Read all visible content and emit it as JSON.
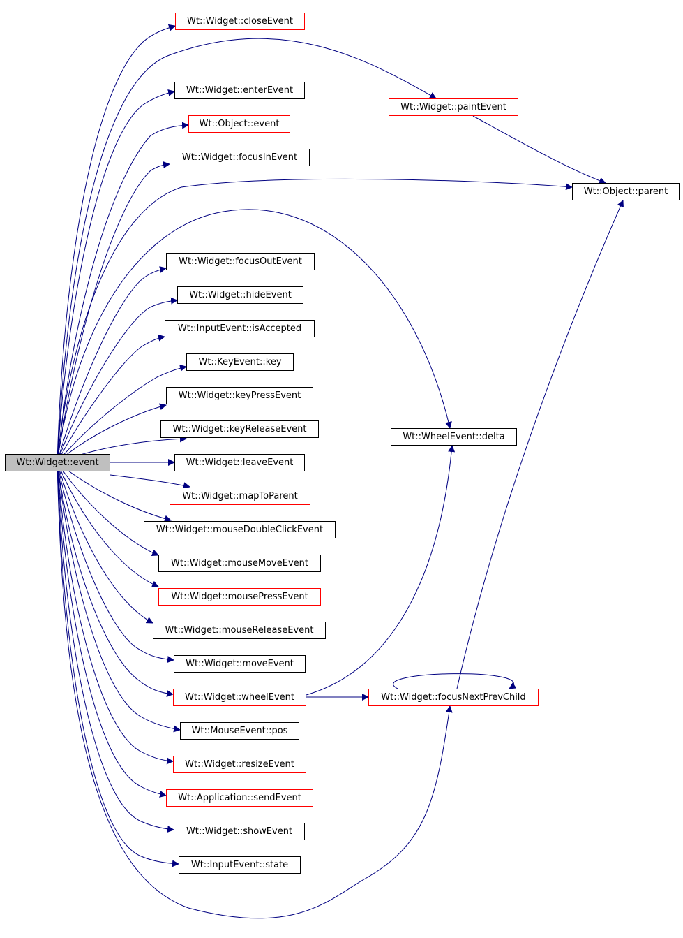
{
  "colors": {
    "edge": "#000080",
    "box_border": "#000000",
    "link_border": "#ff0000",
    "root_fill": "#bfbfbf"
  },
  "root": {
    "label": "Wt::Widget::event"
  },
  "nodes": [
    {
      "id": "closeEvent",
      "label": "Wt::Widget::closeEvent",
      "linked": true
    },
    {
      "id": "enterEvent",
      "label": "Wt::Widget::enterEvent",
      "linked": false
    },
    {
      "id": "objectEvent",
      "label": "Wt::Object::event",
      "linked": true
    },
    {
      "id": "focusInEvent",
      "label": "Wt::Widget::focusInEvent",
      "linked": false
    },
    {
      "id": "focusOutEvent",
      "label": "Wt::Widget::focusOutEvent",
      "linked": false
    },
    {
      "id": "hideEvent",
      "label": "Wt::Widget::hideEvent",
      "linked": false
    },
    {
      "id": "isAccepted",
      "label": "Wt::InputEvent::isAccepted",
      "linked": false
    },
    {
      "id": "key",
      "label": "Wt::KeyEvent::key",
      "linked": false
    },
    {
      "id": "keyPressEvent",
      "label": "Wt::Widget::keyPressEvent",
      "linked": false
    },
    {
      "id": "keyReleaseEvent",
      "label": "Wt::Widget::keyReleaseEvent",
      "linked": false
    },
    {
      "id": "leaveEvent",
      "label": "Wt::Widget::leaveEvent",
      "linked": false
    },
    {
      "id": "mapToParent",
      "label": "Wt::Widget::mapToParent",
      "linked": true
    },
    {
      "id": "mouseDoubleClickEvent",
      "label": "Wt::Widget::mouseDoubleClickEvent",
      "linked": false
    },
    {
      "id": "mouseMoveEvent",
      "label": "Wt::Widget::mouseMoveEvent",
      "linked": false
    },
    {
      "id": "mousePressEvent",
      "label": "Wt::Widget::mousePressEvent",
      "linked": true
    },
    {
      "id": "mouseReleaseEvent",
      "label": "Wt::Widget::mouseReleaseEvent",
      "linked": false
    },
    {
      "id": "moveEvent",
      "label": "Wt::Widget::moveEvent",
      "linked": false
    },
    {
      "id": "wheelEvent",
      "label": "Wt::Widget::wheelEvent",
      "linked": true
    },
    {
      "id": "pos",
      "label": "Wt::MouseEvent::pos",
      "linked": false
    },
    {
      "id": "resizeEvent",
      "label": "Wt::Widget::resizeEvent",
      "linked": true
    },
    {
      "id": "sendEvent",
      "label": "Wt::Application::sendEvent",
      "linked": true
    },
    {
      "id": "showEvent",
      "label": "Wt::Widget::showEvent",
      "linked": false
    },
    {
      "id": "state",
      "label": "Wt::InputEvent::state",
      "linked": false
    },
    {
      "id": "paintEvent",
      "label": "Wt::Widget::paintEvent",
      "linked": true
    },
    {
      "id": "parent",
      "label": "Wt::Object::parent",
      "linked": false
    },
    {
      "id": "delta",
      "label": "Wt::WheelEvent::delta",
      "linked": false
    },
    {
      "id": "focusNextPrevChild",
      "label": "Wt::Widget::focusNextPrevChild",
      "linked": true
    }
  ],
  "edges": [
    [
      "root",
      "closeEvent"
    ],
    [
      "root",
      "enterEvent"
    ],
    [
      "root",
      "objectEvent"
    ],
    [
      "root",
      "focusInEvent"
    ],
    [
      "root",
      "focusOutEvent"
    ],
    [
      "root",
      "hideEvent"
    ],
    [
      "root",
      "isAccepted"
    ],
    [
      "root",
      "key"
    ],
    [
      "root",
      "keyPressEvent"
    ],
    [
      "root",
      "keyReleaseEvent"
    ],
    [
      "root",
      "leaveEvent"
    ],
    [
      "root",
      "mapToParent"
    ],
    [
      "root",
      "mouseDoubleClickEvent"
    ],
    [
      "root",
      "mouseMoveEvent"
    ],
    [
      "root",
      "mousePressEvent"
    ],
    [
      "root",
      "mouseReleaseEvent"
    ],
    [
      "root",
      "moveEvent"
    ],
    [
      "root",
      "wheelEvent"
    ],
    [
      "root",
      "pos"
    ],
    [
      "root",
      "resizeEvent"
    ],
    [
      "root",
      "sendEvent"
    ],
    [
      "root",
      "showEvent"
    ],
    [
      "root",
      "state"
    ],
    [
      "root",
      "paintEvent"
    ],
    [
      "root",
      "parent"
    ],
    [
      "root",
      "delta"
    ],
    [
      "root",
      "focusNextPrevChild"
    ],
    [
      "paintEvent",
      "parent"
    ],
    [
      "wheelEvent",
      "delta"
    ],
    [
      "wheelEvent",
      "focusNextPrevChild"
    ],
    [
      "focusNextPrevChild",
      "focusNextPrevChild"
    ],
    [
      "focusNextPrevChild",
      "parent"
    ]
  ]
}
